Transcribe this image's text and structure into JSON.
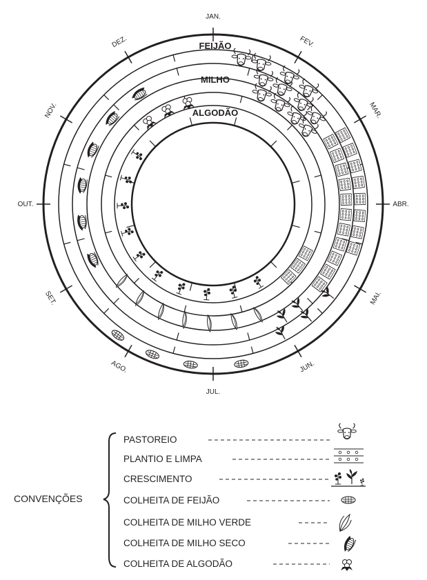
{
  "months": [
    "JAN.",
    "FEV.",
    "MAR.",
    "ABR.",
    "MAI.",
    "JUN.",
    "JUL.",
    "AGO.",
    "SET.",
    "OUT.",
    "NOV.",
    "DEZ."
  ],
  "rings": {
    "feijao": "FEIJÃO",
    "milho": "MILHO",
    "algodao": "ALGODÃO"
  },
  "legend": {
    "title": "CONVENÇÕES",
    "items": [
      {
        "label": "PASTOREIO",
        "icon": "cow-head-icon"
      },
      {
        "label": "PLANTIO E LIMPA",
        "icon": "planting-rows-icon"
      },
      {
        "label": "CRESCIMENTO",
        "icon": "growing-plants-icon"
      },
      {
        "label": "COLHEITA DE FEIJÃO",
        "icon": "bean-basket-icon"
      },
      {
        "label": "COLHEITA DE MILHO VERDE",
        "icon": "green-corn-icon"
      },
      {
        "label": "COLHEITA DE MILHO SECO",
        "icon": "dry-corn-icon"
      },
      {
        "label": "COLHEITA DE ALGODÃO",
        "icon": "cotton-boll-icon"
      }
    ]
  }
}
